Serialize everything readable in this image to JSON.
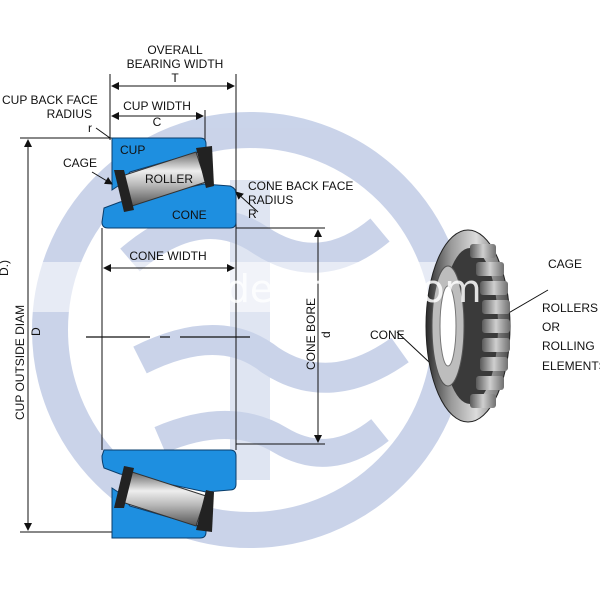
{
  "labels": {
    "overall_width_line1": "OVERALL",
    "overall_width_line2": "BEARING WIDTH",
    "overall_width_symbol": "T",
    "cup_back_face_line1": "CUP BACK FACE",
    "cup_back_face_line2": "RADIUS",
    "cup_back_face_symbol": "r",
    "cup_width": "CUP WIDTH",
    "cup_width_symbol": "C",
    "cup": "CUP",
    "cage": "CAGE",
    "roller": "ROLLER",
    "cone_back_face_line1": "CONE BACK FACE",
    "cone_back_face_line2": "RADIUS",
    "cone_back_face_symbol": "R",
    "cone": "CONE",
    "cone_width": "CONE WIDTH",
    "cup_outside_diam": "CUP OUTSIDE DIAM",
    "cup_outside_symbol": "D",
    "cup_outside_cut": "D.)",
    "cone_bore": "CONE BORE",
    "cone_bore_symbol": "d",
    "photo_cone": "CONE",
    "photo_cage": "CAGE",
    "photo_rollers": "ROLLERS",
    "photo_or": "OR",
    "photo_rolling": "ROLLING",
    "photo_elements": "ELEMENTS"
  },
  "watermark": "trade.china.com",
  "colors": {
    "cup_blue": "#1e8fe0",
    "logo_blue": "#9fb0d8",
    "ink": "#111111"
  }
}
